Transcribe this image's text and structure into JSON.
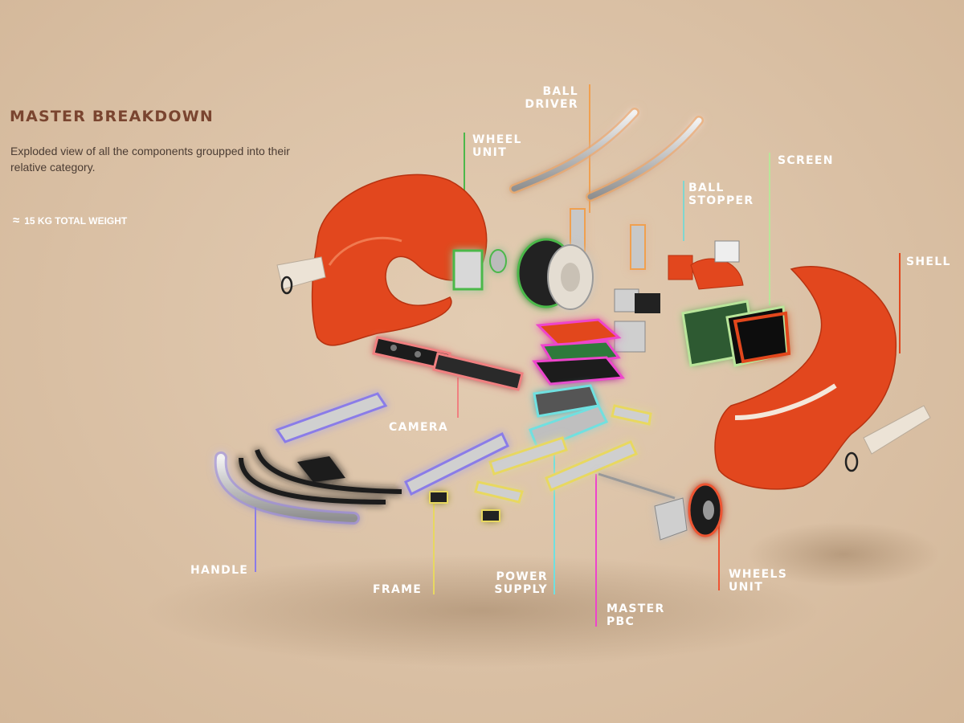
{
  "header": {
    "title": "MASTER BREAKDOWN",
    "subtitle": "Exploded view of all the components groupped into their relative category.",
    "weight_symbol": "≈",
    "weight_text": "15 KG TOTAL WEIGHT"
  },
  "labels": {
    "ball_driver": [
      "BALL",
      "DRIVER"
    ],
    "wheel_unit": [
      "WHEEL",
      "UNIT"
    ],
    "ball_stopper": [
      "BALL",
      "STOPPER"
    ],
    "screen": [
      "SCREEN"
    ],
    "shell": [
      "SHELL"
    ],
    "camera": [
      "CAMERA"
    ],
    "handle": [
      "HANDLE"
    ],
    "frame": [
      "FRAME"
    ],
    "power_supply": [
      "POWER",
      "SUPPLY"
    ],
    "master_pbc": [
      "MASTER",
      "PBC"
    ],
    "wheels_unit": [
      "WHEELS",
      "UNIT"
    ]
  },
  "colors": {
    "shell": "#e2471e",
    "ball_driver": "#f0a050",
    "wheel_unit": "#4cb84a",
    "ball_stopper": "#7fd6d0",
    "screen": "#b9e59a",
    "camera": "#f08080",
    "handle": "#8a7be8",
    "frame": "#e8d860",
    "power_supply": "#6fe0e0",
    "master_pbc": "#ee44cc",
    "wheels_unit": "#ee5533"
  }
}
